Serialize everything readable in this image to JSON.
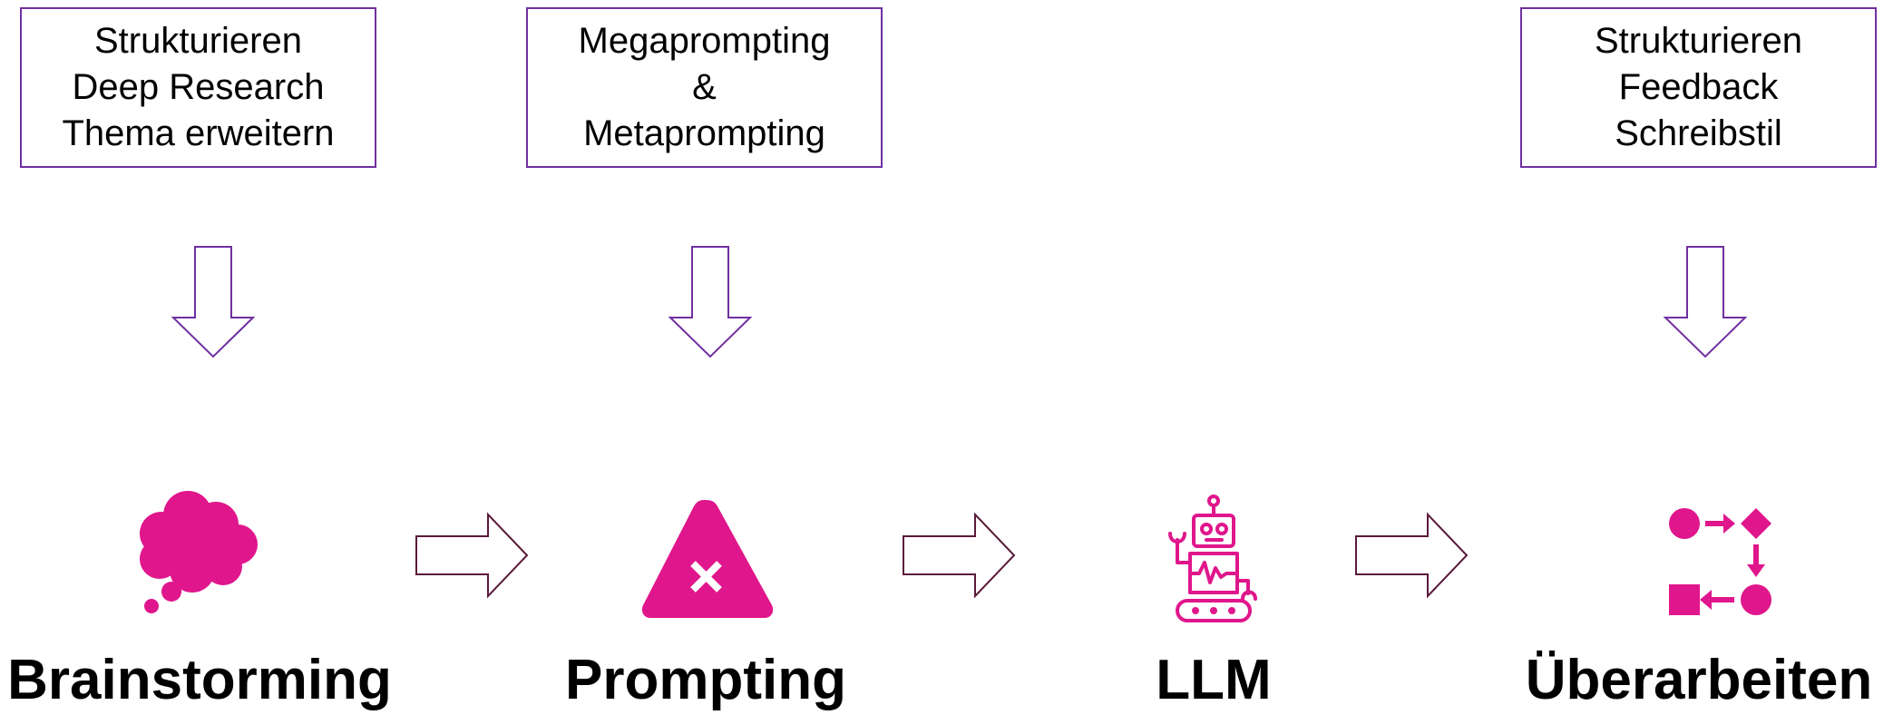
{
  "colors": {
    "box_border": "#7030a0",
    "down_arrow": "#7030a0",
    "right_arrow": "#5a1a3a",
    "icon": "#e0168c",
    "text": "#000000"
  },
  "top_boxes": [
    {
      "lines": [
        "Strukturieren",
        "Deep Research",
        "Thema erweitern"
      ]
    },
    {
      "lines": [
        "Megaprompting",
        "&",
        "Metaprompting"
      ]
    },
    {
      "lines": [
        "Strukturieren",
        "Feedback",
        "Schreibstil"
      ]
    }
  ],
  "stages": [
    {
      "label": "Brainstorming",
      "icon": "thought-cloud-icon"
    },
    {
      "label": "Prompting",
      "icon": "warning-triangle-icon"
    },
    {
      "label": "LLM",
      "icon": "robot-icon"
    },
    {
      "label": "Überarbeiten",
      "icon": "workflow-icon"
    }
  ]
}
